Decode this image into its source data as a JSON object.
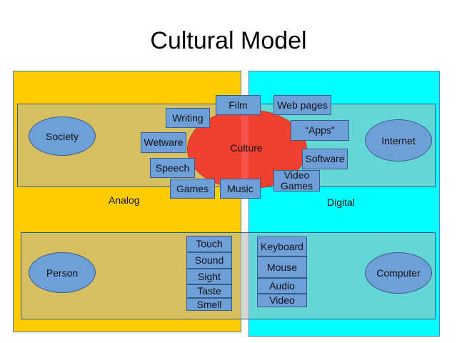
{
  "title": "Cultural Model",
  "regions": {
    "analog": "Analog",
    "digital": "Digital"
  },
  "center": "Culture",
  "ellipses": {
    "society": "Society",
    "internet": "Internet",
    "person": "Person",
    "computer": "Computer"
  },
  "analog_media": {
    "film": "Film",
    "writing": "Writing",
    "wetware": "Wetware",
    "speech": "Speech",
    "games": "Games",
    "music": "Music"
  },
  "digital_media": {
    "web_pages": "Web pages",
    "apps": "“Apps”",
    "software": "Software",
    "video_games": "Video\nGames"
  },
  "senses": [
    "Touch",
    "Sound",
    "Sight",
    "Taste",
    "Smell"
  ],
  "devices": [
    "Keyboard",
    "Mouse",
    "Audio",
    "Video"
  ]
}
